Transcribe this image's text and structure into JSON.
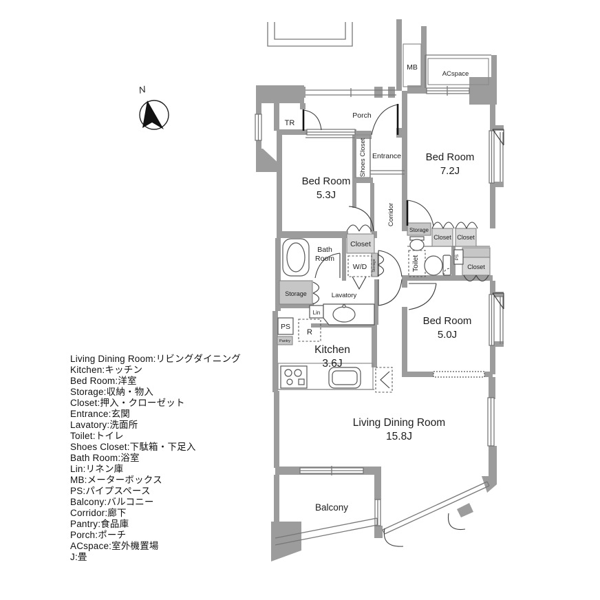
{
  "legend": {
    "lines": [
      "Living Dining Room:リビングダイニング",
      "Kitchen:キッチン",
      "Bed Room:洋室",
      "Storage:収納・物入",
      "Closet:押入・クローゼット",
      "Entrance:玄関",
      "Lavatory:洗面所",
      "Toilet:トイレ",
      "Shoes Closet:下駄箱・下足入",
      "Bath Room:浴室",
      "Lin:リネン庫",
      "MB:メーターボックス",
      "PS:パイプスペース",
      "Balcony:バルコニー",
      "Corridor:廊下",
      "Pantry:食品庫",
      "Porch:ポーチ",
      "ACspace:室外機置場",
      "J:畳"
    ]
  },
  "rooms": {
    "bedroom1": {
      "name": "Bed Room",
      "size": "5.3J"
    },
    "bedroom2": {
      "name": "Bed Room",
      "size": "7.2J"
    },
    "bedroom3": {
      "name": "Bed Room",
      "size": "5.0J"
    },
    "living": {
      "name": "Living Dining Room",
      "size": "15.8J"
    },
    "kitchen": {
      "name": "Kitchen",
      "size": "3.6J"
    }
  },
  "labels": {
    "tr": "TR",
    "porch": "Porch",
    "mb": "MB",
    "acspace": "ACspace",
    "shoes_closet": "Shoes Closet",
    "entrance": "Entrance",
    "corridor": "Corridor",
    "storage_top": "Storage",
    "closet_a": "Closet",
    "closet_b": "Closet",
    "toilet": "Toilet",
    "ps_right": "PS",
    "closet_c": "Closet",
    "bath_line1": "Bath",
    "bath_line2": "Room",
    "closet_mid": "Closet",
    "wd": "W/D",
    "storage_strip": "Storage",
    "storage_left": "Storage",
    "lavatory": "Lavatory",
    "lin": "Lin",
    "ps_left": "PS",
    "pantry": "Pantry",
    "fridge": "R",
    "balcony": "Balcony",
    "north": "N"
  },
  "colors": {
    "wall": "#9c9c9c",
    "closet_fill": "#d8d8d8",
    "storage_fill": "#c6c6c6",
    "line": "#4a4a4a",
    "text": "#1c1c1c"
  }
}
